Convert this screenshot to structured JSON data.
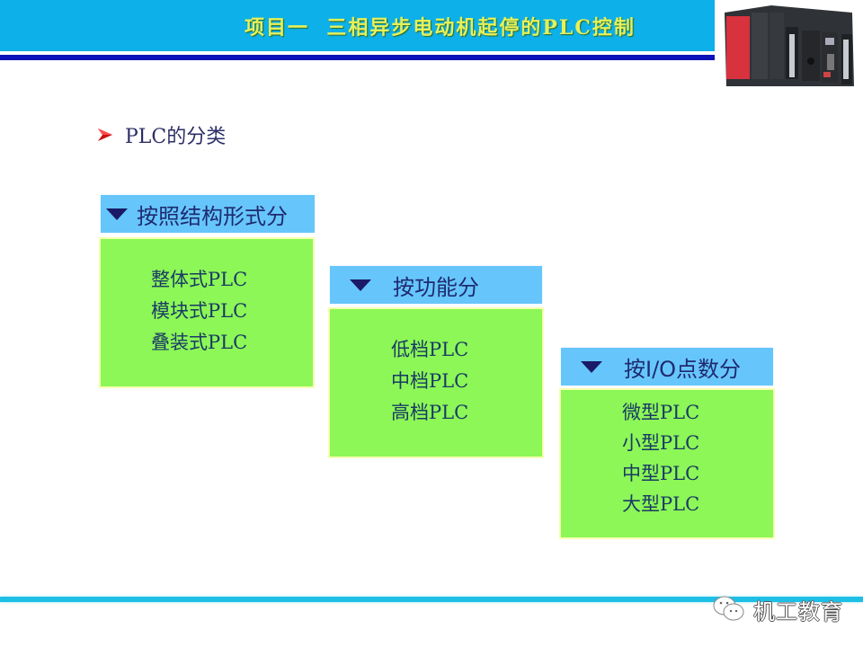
{
  "header": {
    "title": "项目一  三相异步电动机起停的PLC控制",
    "band_color": "#0db0e8",
    "title_color": "#e6f05a",
    "rule_color": "#0a12b8",
    "image": "plc-hardware-image"
  },
  "section": {
    "bullet_icon": "arrow-bullet-icon",
    "heading": "PLC的分类"
  },
  "categories": [
    {
      "label": "按照结构形式分",
      "icon": "triangle-down-icon",
      "items": [
        "整体式PLC",
        "模块式PLC",
        "叠装式PLC"
      ]
    },
    {
      "label": "按功能分",
      "icon": "triangle-down-icon",
      "items": [
        "低档PLC",
        "中档PLC",
        "高档PLC"
      ]
    },
    {
      "label": "按I/O点数分",
      "icon": "triangle-down-icon",
      "items": [
        "微型PLC",
        "小型PLC",
        "中型PLC",
        "大型PLC"
      ]
    }
  ],
  "colors": {
    "category_header": "#66c6fb",
    "category_body": "#8cf756",
    "footer_rule": "#1ebfe6"
  },
  "watermark": {
    "icon": "wechat-icon",
    "text": "机工教育"
  }
}
